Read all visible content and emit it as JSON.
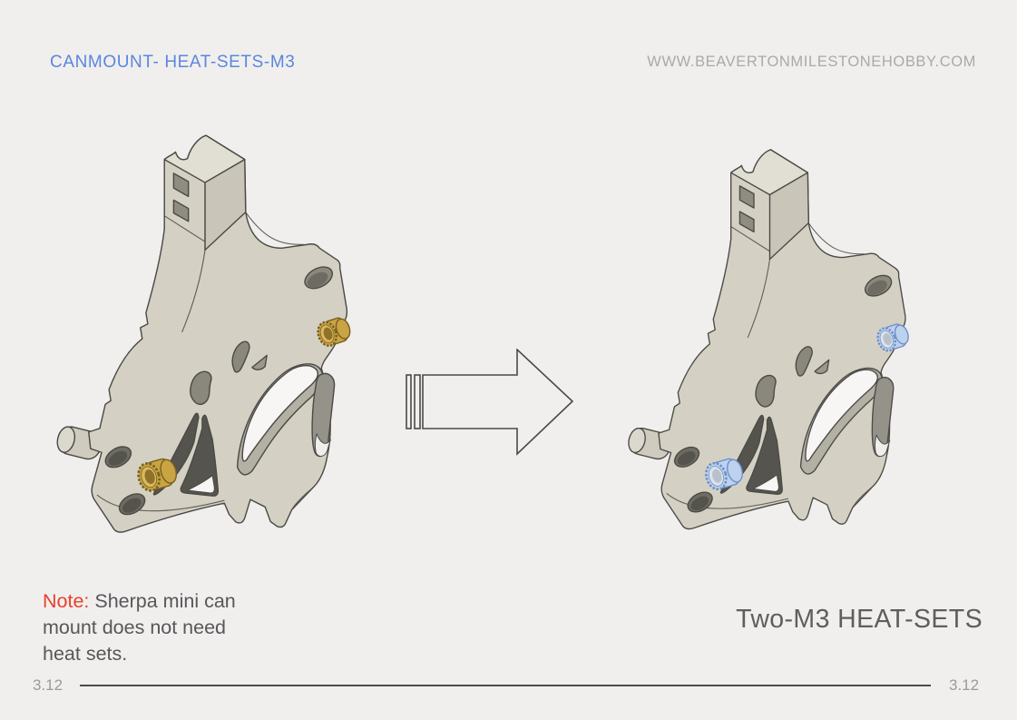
{
  "header": {
    "title": "CANMOUNT- HEAT-SETS-M3",
    "website": "WWW.BEAVERTONMILESTONEHOBBY.COM"
  },
  "note": {
    "label": "Note:",
    "lines": [
      "Sherpa mini can",
      "mount does not need",
      "heat sets."
    ]
  },
  "caption": "Two-M3 HEAT-SETS",
  "footer": {
    "page_left": "3.12",
    "page_right": "3.12"
  },
  "figures": {
    "before": {
      "insert_body": "#C9A443",
      "insert_edge": "#7A5F22",
      "insert_face": "#D9B95E",
      "insert_bore": "#8F712A"
    },
    "after": {
      "insert_body": "#BCD2EF",
      "insert_edge": "#6D8FC6",
      "insert_face": "#DDE3EA",
      "insert_bore": "#B9C2CC"
    }
  },
  "colors": {
    "background": "#F0EFED",
    "accent_blue": "#5B86E0",
    "note_red": "#E8402F",
    "body_text": "#57575A",
    "muted_gray": "#A9A9A9",
    "caption_gray": "#5E5E5E",
    "outline": "#4B4A45",
    "part_body": "#D4D1C4"
  }
}
